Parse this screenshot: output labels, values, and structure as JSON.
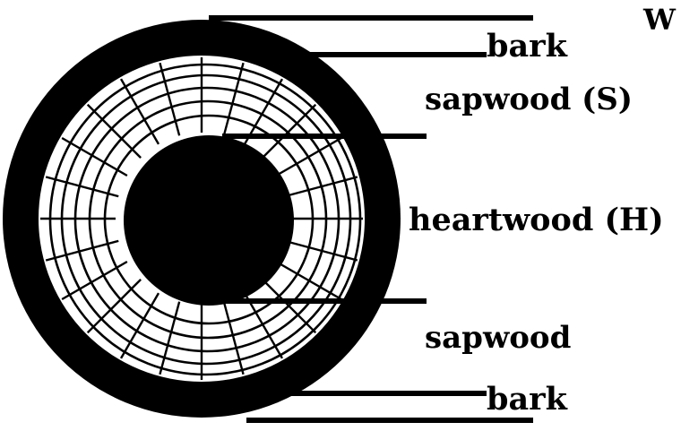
{
  "diagram": {
    "labels": {
      "bark_top": "bark",
      "sapwood_s": "sapwood (S)",
      "heartwood_h": "heartwood (H)",
      "sapwood_bottom": "sapwood",
      "bark_bottom": "bark",
      "corner": "W"
    }
  },
  "colors": {
    "ink": "#000000",
    "paper": "#ffffff"
  }
}
